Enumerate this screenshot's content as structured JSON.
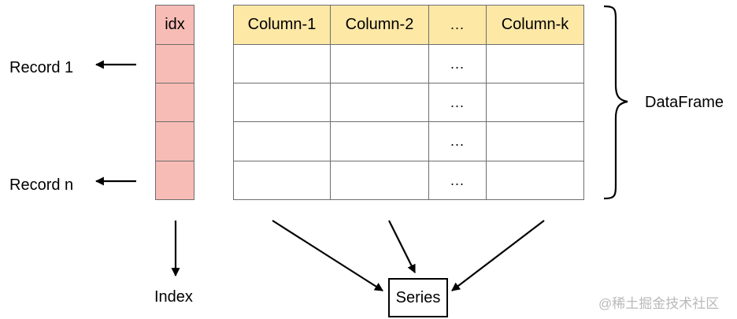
{
  "index_column": {
    "header": "idx",
    "rows": [
      "",
      "",
      "",
      ""
    ]
  },
  "columns": [
    "Column-1",
    "Column-2",
    "...",
    "Column-k"
  ],
  "row_ellipsis": [
    "...",
    "...",
    "...",
    "..."
  ],
  "records": {
    "first": "Record 1",
    "last": "Record n"
  },
  "labels": {
    "dataframe": "DataFrame",
    "index": "Index",
    "series": "Series"
  },
  "watermark": "@稀土掘金技术社区",
  "colors": {
    "index_fill": "#f8bcb6",
    "header_fill": "#fde8a6",
    "grid": "#6e6e6e"
  }
}
